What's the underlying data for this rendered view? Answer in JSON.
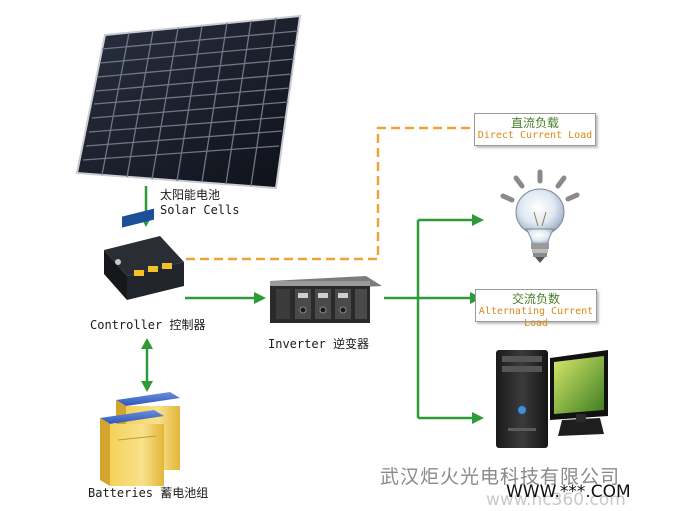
{
  "nodes": {
    "solar": {
      "label_cn": "太阳能电池",
      "label_en": "Solar Cells"
    },
    "controller": {
      "label": "Controller 控制器"
    },
    "inverter": {
      "label": "Inverter 逆变器"
    },
    "batteries": {
      "label": "Batteries 蓄电池组"
    },
    "dc_load": {
      "label_cn": "直流负载",
      "label_en": "Direct Current Load"
    },
    "ac_load": {
      "label_cn": "交流负数",
      "label_en": "Alternating Current Load"
    }
  },
  "watermark": {
    "company": "武汉炬火光电科技有限公司",
    "url": "WWW.***.COM",
    "site": "www.hc360.com"
  },
  "colors": {
    "arrow_green": "#2e9a3a",
    "dc_dashed": "#f0a23a",
    "box_cn": "#4a7d2a",
    "box_en": "#d98a16"
  },
  "icons": [
    "solar-panel-icon",
    "charge-controller-icon",
    "inverter-rack-icon",
    "battery-icon",
    "light-bulb-icon",
    "desktop-computer-icon"
  ]
}
